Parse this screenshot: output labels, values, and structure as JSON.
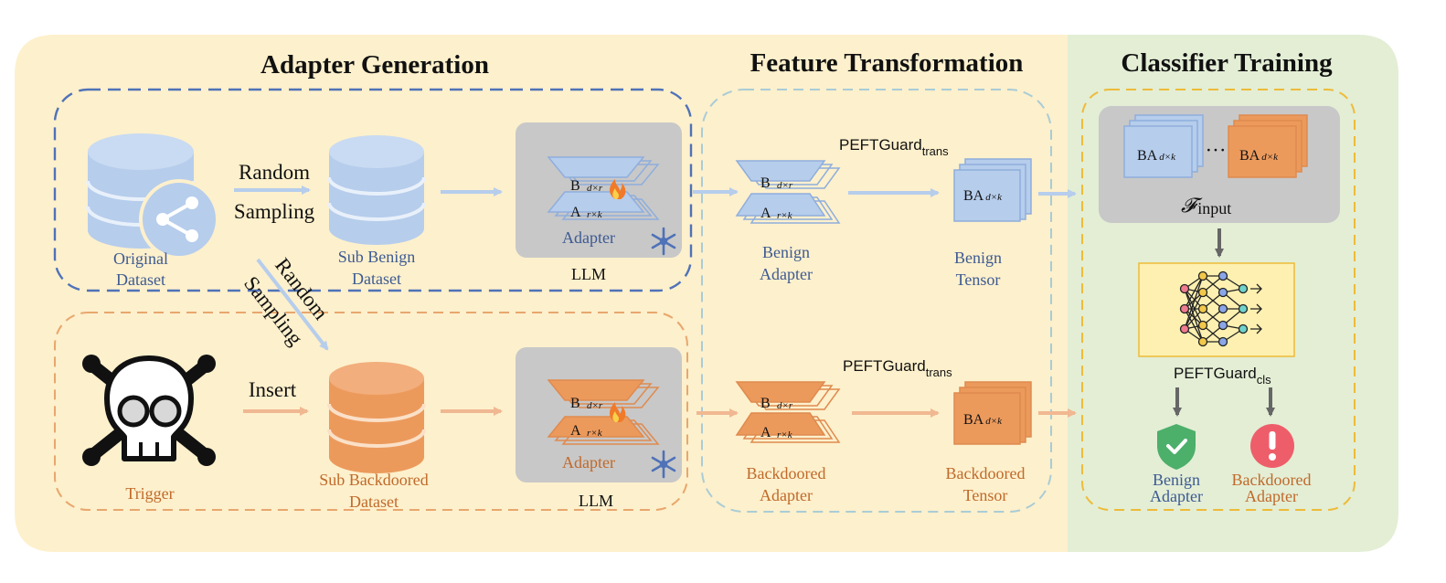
{
  "sections": {
    "adapter_generation": "Adapter Generation",
    "feature_transformation": "Feature Transformation",
    "classifier_training": "Classifier Training"
  },
  "generation": {
    "original_dataset_line1": "Original",
    "original_dataset_line2": "Dataset",
    "random_sampling_line1": "Random",
    "random_sampling_line2": "Sampling",
    "sub_benign_line1": "Sub Benign",
    "sub_benign_line2": "Dataset",
    "diag_random": "Random",
    "diag_sampling": "Sampling",
    "insert": "Insert",
    "trigger": "Trigger",
    "sub_backdoored_line1": "Sub Backdoored",
    "sub_backdoored_line2": "Dataset",
    "adapter": "Adapter",
    "llm": "LLM",
    "b_letter": "B",
    "b_sub": "d×r",
    "a_letter": "A",
    "a_sub": "r×k"
  },
  "transformation": {
    "benign_adapter_line1": "Benign",
    "benign_adapter_line2": "Adapter",
    "backdoored_adapter_line1": "Backdoored",
    "backdoored_adapter_line2": "Adapter",
    "peft_main": "PEFTGuard",
    "peft_trans_sub": "trans",
    "tensor_main": "BA",
    "tensor_sub": "d×k",
    "benign_tensor_line1": "Benign",
    "benign_tensor_line2": "Tensor",
    "backdoored_tensor_line1": "Backdoored",
    "backdoored_tensor_line2": "Tensor"
  },
  "classifier": {
    "ellipsis": "···",
    "f_symbol": "𝓕",
    "f_sub": "input",
    "peft_main": "PEFTGuard",
    "peft_cls_sub": "cls",
    "benign_line1": "Benign",
    "benign_line2": "Adapter",
    "backdoored_line1": "Backdoored",
    "backdoored_line2": "Adapter"
  },
  "colors": {
    "generation_bg": "#fdf0cc",
    "classifier_bg": "#e3eed5",
    "blue_fill": "#b6cdec",
    "blue_stroke": "#8faedc",
    "blue_text": "#3d5a92",
    "orange_fill": "#ec9a5c",
    "orange_stroke": "#df8a4e",
    "orange_text": "#c0692a",
    "gray_panel": "#c8c8c8",
    "shield_green": "#4caf6a",
    "alert_red": "#ee5e6a"
  },
  "icons": {
    "share": "share-icon",
    "skull": "skull-crossbones-icon",
    "flame": "flame-icon",
    "snowflake": "snowflake-icon",
    "network": "neural-network-icon",
    "shield": "shield-check-icon",
    "alert": "alert-circle-icon"
  }
}
